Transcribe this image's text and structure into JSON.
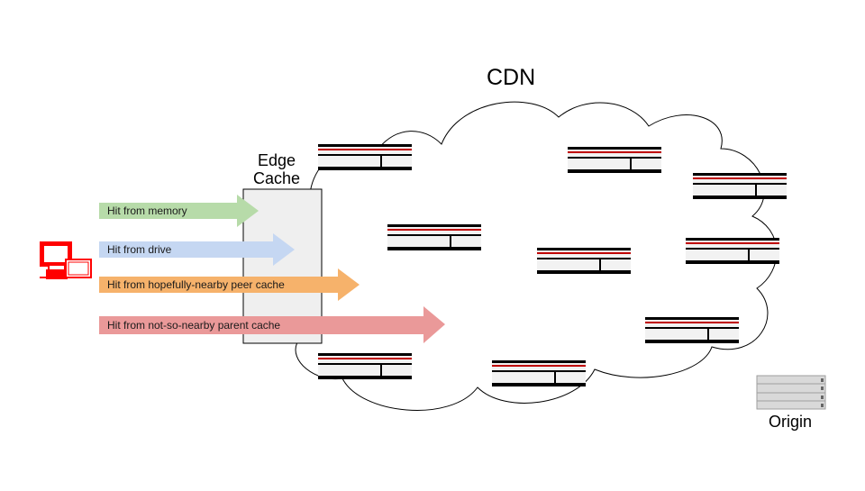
{
  "title": "CDN",
  "edge_cache_label": [
    "Edge",
    "Cache"
  ],
  "origin_label": "Origin",
  "arrows": [
    {
      "label": "Hit from memory",
      "color": "#b7dba9"
    },
    {
      "label": "Hit from drive",
      "color": "#c5d7f2"
    },
    {
      "label": "Hit from hopefully-nearby peer cache",
      "color": "#f6b26b"
    },
    {
      "label": "Hit from not-so-nearby parent cache",
      "color": "#ea9999"
    }
  ],
  "colors": {
    "client": "#ff0000",
    "switch_stripe": "#c00000",
    "switch_body": "#f2f2f2",
    "edge_box": "#efefef"
  },
  "icons": {
    "client": "client-devices-icon",
    "switch": "network-switch-icon",
    "origin": "server-rack-icon"
  }
}
